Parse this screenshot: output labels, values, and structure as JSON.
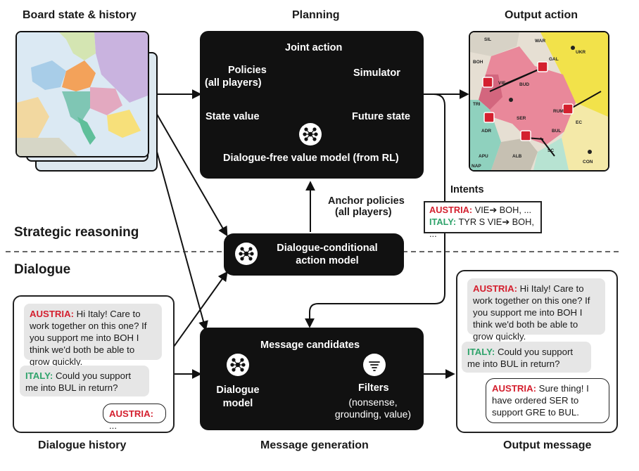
{
  "headings": {
    "board": "Board state & history",
    "planning": "Planning",
    "output_action": "Output action",
    "dialogue_history": "Dialogue history",
    "message_generation": "Message generation",
    "output_message": "Output message"
  },
  "sections": {
    "strategic": "Strategic reasoning",
    "dialogue": "Dialogue"
  },
  "planning_box": {
    "joint_action": "Joint action",
    "policies_line1": "Policies",
    "policies_line2": "(all players)",
    "simulator": "Simulator",
    "state_value": "State value",
    "future_state": "Future state",
    "value_model": "Dialogue-free value model (from RL)"
  },
  "anchor": {
    "line1": "Anchor policies",
    "line2": "(all players)"
  },
  "intents": {
    "label": "Intents",
    "row1_player": "AUSTRIA:",
    "row1_text": " VIE➔ BOH, ...",
    "row2_player": "ITALY:",
    "row2_text": " TYR S VIE➔ BOH, ..."
  },
  "action_model": {
    "line1": "Dialogue-conditional",
    "line2": "action model"
  },
  "message_box": {
    "candidates": "Message candidates",
    "dialogue_model_line1": "Dialogue",
    "dialogue_model_line2": "model",
    "filters": "Filters",
    "filters_sub1": "(nonsense,",
    "filters_sub2": "grounding, value)"
  },
  "dialogue_history": {
    "austria_player": "AUSTRIA:",
    "austria_msg": " Hi Italy! Care to work together on this one? If you support me into BOH I think we'd both be able to grow quickly.",
    "italy_player": "ITALY:",
    "italy_msg": " Could you support me into BUL in return?",
    "reply_player": "AUSTRIA:",
    "reply_msg": " ..."
  },
  "output_message": {
    "austria_player": "AUSTRIA:",
    "austria_msg": " Hi Italy! Care to work together on this one? If you support me into BOH I think we'd both be able to grow quickly.",
    "italy_player": "ITALY:",
    "italy_msg": " Could you support me into BUL in return?",
    "reply_player": "AUSTRIA:",
    "reply_msg": " Sure thing! I have ordered SER to support GRE to BUL."
  },
  "map_labels": [
    "SIL",
    "WAR",
    "BOH",
    "GAL",
    "UKR",
    "VIE",
    "BUD",
    "TRI",
    "RUM",
    "SER",
    "BUL",
    "ADR",
    "APU",
    "ALB",
    "SC",
    "EC",
    "CON",
    "NAP"
  ],
  "colors": {
    "box": "#111111",
    "austria_red": "#d4202f",
    "italy_green": "#2fa36b",
    "bubble_gray": "#e6e6e6",
    "austria_pink": "#e9889a",
    "russia_yellow": "#f2e24a"
  }
}
